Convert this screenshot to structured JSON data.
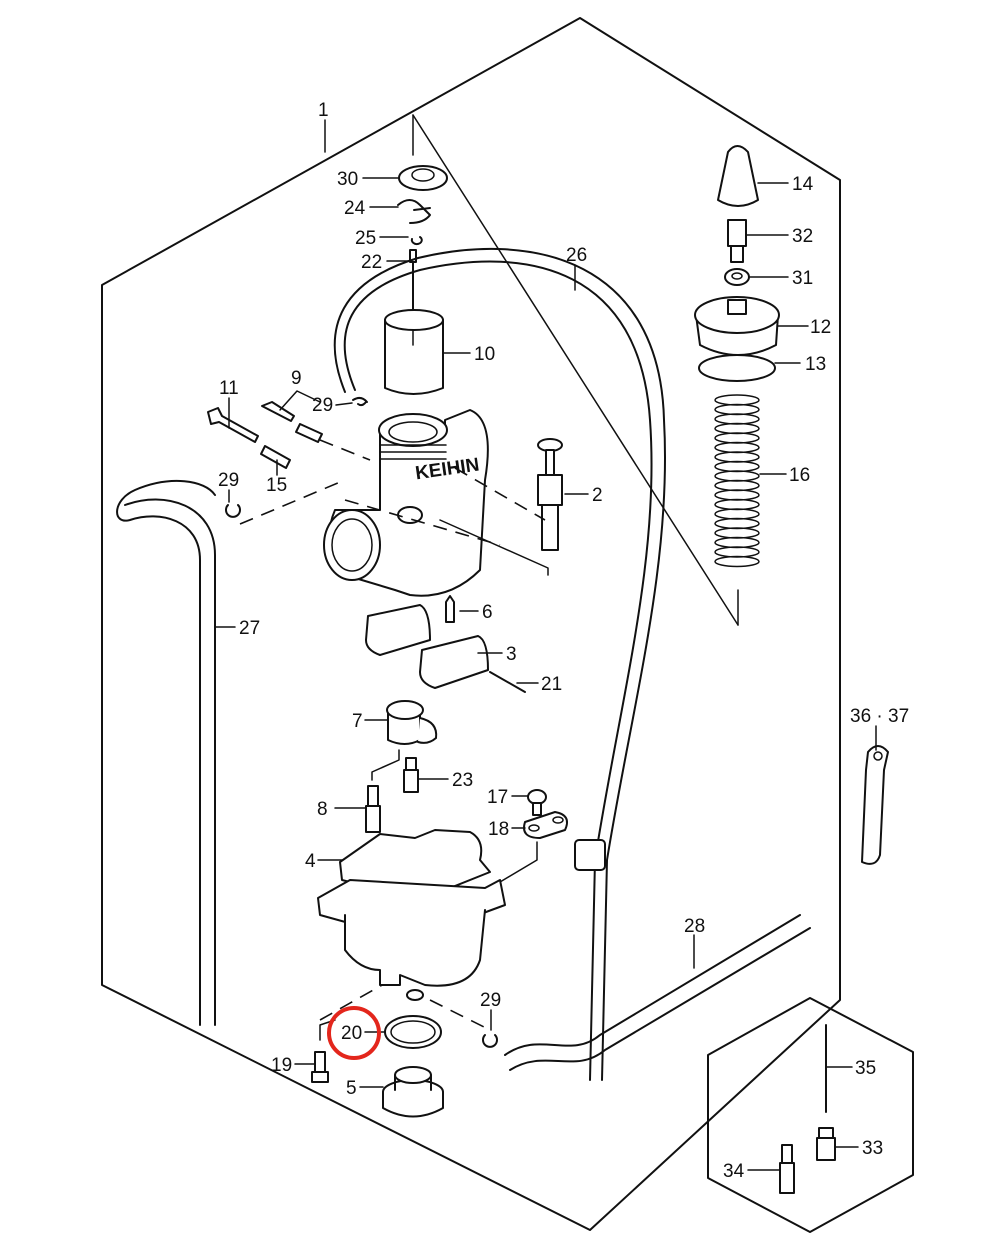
{
  "diagram": {
    "title": "Carburetor exploded parts view",
    "brand_stamp": "KEIHIN",
    "highlight_color": "#e3261c",
    "line_color": "#111111",
    "highlighted_part": "20",
    "callouts": {
      "p1": "1",
      "p2": "2",
      "p3": "3",
      "p4": "4",
      "p5": "5",
      "p6": "6",
      "p7": "7",
      "p8": "8",
      "p9": "9",
      "p10": "10",
      "p11": "11",
      "p12": "12",
      "p13": "13",
      "p14": "14",
      "p15": "15",
      "p16": "16",
      "p17": "17",
      "p18": "18",
      "p19": "19",
      "p20": "20",
      "p21": "21",
      "p22": "22",
      "p23": "23",
      "p24": "24",
      "p25": "25",
      "p26": "26",
      "p27": "27",
      "p28": "28",
      "p29a": "29",
      "p29b": "29",
      "p29c": "29",
      "p30": "30",
      "p31": "31",
      "p32": "32",
      "p33": "33",
      "p34": "34",
      "p35": "35",
      "p36_37": "36 · 37"
    }
  }
}
